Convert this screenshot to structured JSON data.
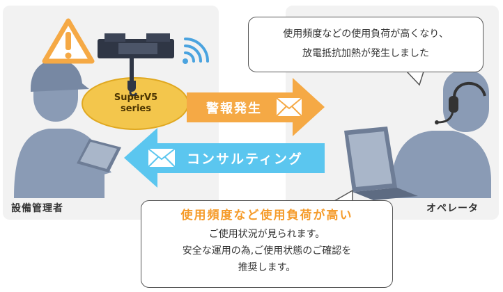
{
  "colors": {
    "panel": "#f2f2f2",
    "person": "#8a9bb5",
    "orange_arrow": "#f5a945",
    "blue_arrow": "#5bc6ef",
    "highlight_text": "#f59b2a",
    "warning": "#f5a945",
    "oval": "#f3c64c"
  },
  "icons": [
    "warning-icon",
    "wireless-icon",
    "crane-hoist-icon",
    "envelope-icon",
    "headset-icon",
    "laptop-icon",
    "tablet-icon"
  ],
  "product": {
    "line1": "SuperV5",
    "line2": "series"
  },
  "arrows": {
    "alert": "警報発生",
    "consulting": "コンサルティング"
  },
  "labels": {
    "manager": "設備管理者",
    "operator": "オペレータ"
  },
  "bubble_top": {
    "line1": "使用頻度などの使用負荷が高くなり、",
    "line2": "放電抵抗加熱が発生しました"
  },
  "bubble_bottom": {
    "headline": "使用頻度など使用負荷が高い",
    "line1": "ご使用状況が見られます。",
    "line2": "安全な運用の為,ご使用状態のご確認を",
    "line3": "推奨します。"
  }
}
